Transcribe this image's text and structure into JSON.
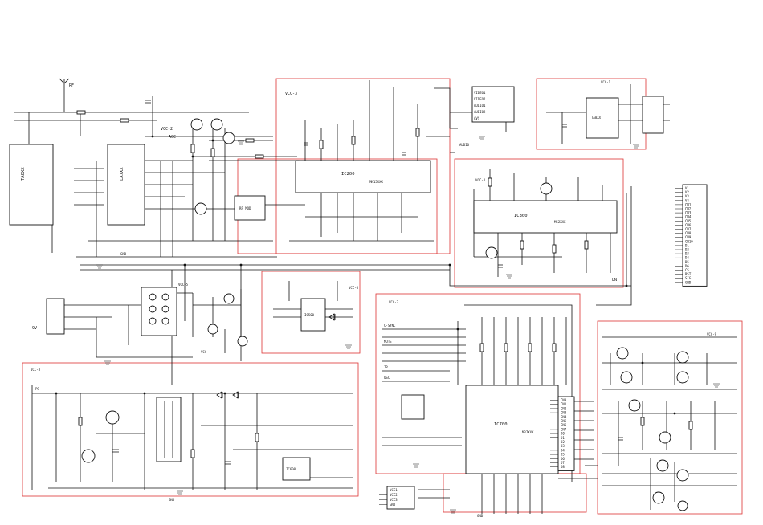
{
  "labels": {
    "ic_tuner": "TA8XX",
    "ic_vif": "LA7XX",
    "ic_proc": "IC200",
    "ic_proc_part": "MN15XXX",
    "ic_audio": "TA8XX",
    "ic_osd": "IC300",
    "ic_osd_part": "M52XXX",
    "ic_sw": "IC500",
    "ic_mcu": "IC700",
    "ic_mcu_part": "M37XXX",
    "ic_regulator": "IC600",
    "ic_rf": "RF MOD",
    "video1": "VIDEO1",
    "video2": "VIDEO2",
    "audio1": "AUDIO1",
    "audio2": "AUDIO2",
    "avs": "AVS",
    "audio": "AUDIO",
    "gnd": "GND",
    "rf": "RF",
    "agc": "AGC",
    "vcc2": "VCC-2",
    "vcc1": "VCC-1",
    "vcc3": "VCC-3",
    "vcc4": "VCC-4",
    "vcc5": "VCC-5",
    "vcc6": "VCC-6",
    "vcc7": "VCC-7",
    "vcc8": "VCC-8",
    "vcc9": "VCC-9",
    "vcc_in": "VCC",
    "ln": "LN",
    "sync": "C-SYNC",
    "mute": "MUTE",
    "ir": "IR",
    "osc": "OSC",
    "in9v": "9V",
    "ps": "PS"
  },
  "connector_right": {
    "pins": [
      "V1",
      "V2",
      "V3",
      "V4",
      "CN1",
      "CN2",
      "CN3",
      "CN4",
      "CN5",
      "CN6",
      "CN7",
      "CN8",
      "CN9",
      "CN10",
      "D1",
      "D2",
      "D3",
      "D4",
      "D5",
      "D6",
      "CS",
      "RST",
      "SIG",
      "GND"
    ]
  },
  "connector_bottom": {
    "pins": [
      "VCC1",
      "VCC2",
      "VCC3",
      "GND"
    ]
  },
  "mcu_pins_right": [
    "CN0",
    "CN1",
    "CN2",
    "CN3",
    "CN4",
    "CN5",
    "CN6",
    "CN7",
    "D0",
    "D1",
    "D2",
    "D3",
    "D4",
    "D5",
    "D6",
    "D7",
    "D8"
  ]
}
